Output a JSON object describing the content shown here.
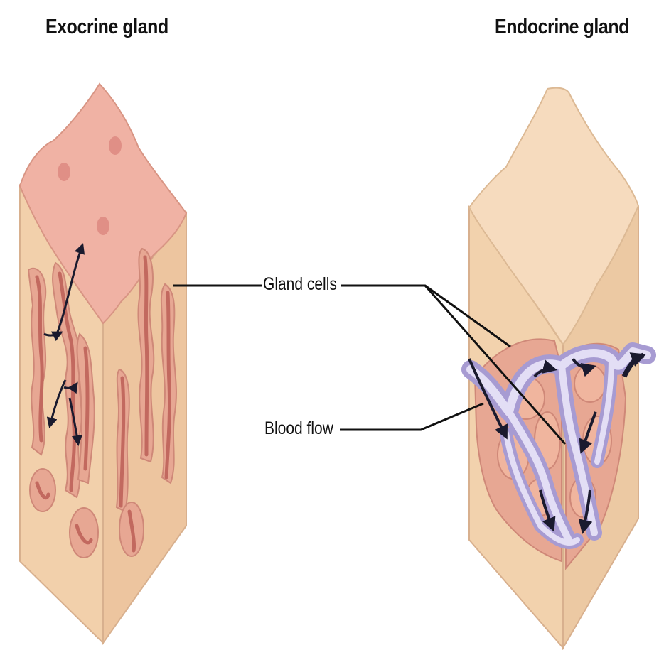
{
  "titles": {
    "exocrine": "Exocrine gland",
    "endocrine": "Endocrine gland"
  },
  "labels": {
    "gland_cells": "Gland cells",
    "blood_flow": "Blood flow"
  },
  "colors": {
    "exocrine_top": "#f0b2a4",
    "tissue_side": "#f1cfa8",
    "gland_tissue": "#e7a793",
    "duct_lumen": "#c2695f",
    "endocrine_top": "#f6dbbe",
    "vessel": "#c8bfe6",
    "arrow": "#1a1a2e",
    "leader_line": "#111111"
  }
}
